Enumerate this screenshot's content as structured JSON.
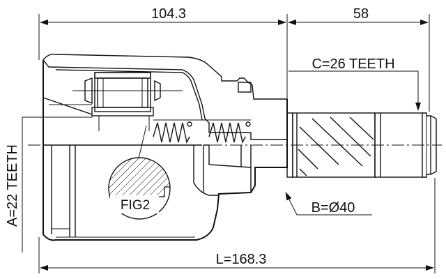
{
  "dimensions": {
    "housing_length": "104.3",
    "shaft_length": "58",
    "total_length": "L=168.3",
    "inner_teeth": "A=22 TEETH",
    "outer_teeth": "C=26 TEETH",
    "diameter": "B=Ø40"
  },
  "callouts": {
    "fig2": "FIG2"
  },
  "colors": {
    "line": "#111111",
    "background": "#ffffff"
  }
}
